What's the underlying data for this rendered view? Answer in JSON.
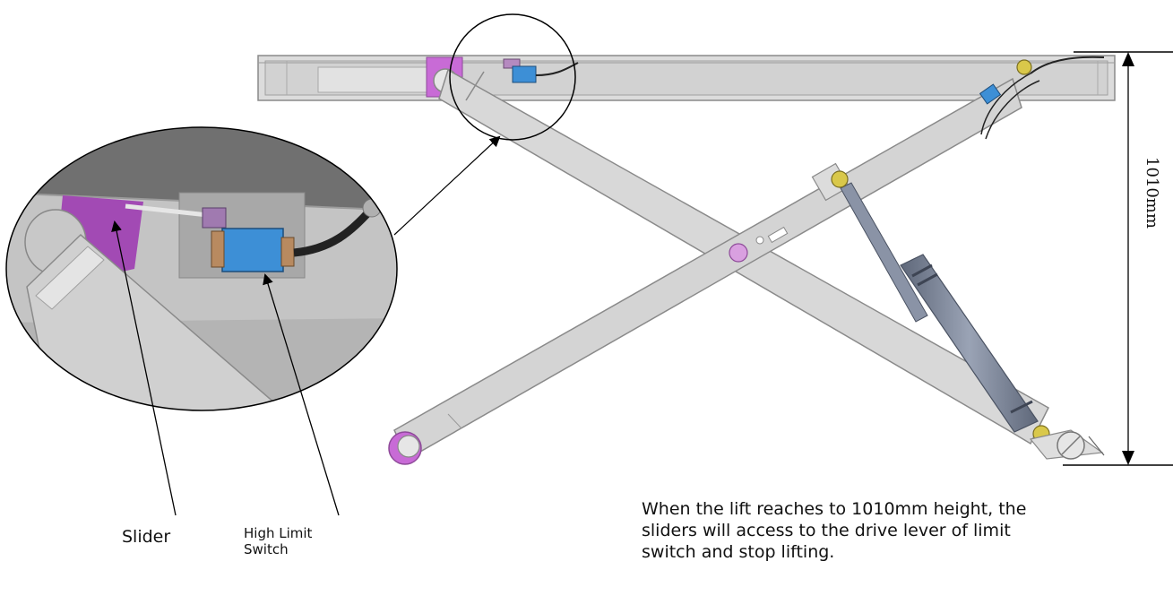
{
  "callout": {
    "slider_label": "Slider",
    "switch_label": "High Limit\nSwitch"
  },
  "dimension": {
    "label": "1010mm"
  },
  "caption": "When the lift reaches to 1010mm height, the sliders will access to the drive lever of limit switch and stop lifting.",
  "colors": {
    "frame": "#d6d6d6",
    "frame_stroke": "#8a8a8a",
    "magenta_part": "#c86bd6",
    "switch_blue": "#3d8fd6",
    "cylinder": "#7b8598",
    "roller_yellow": "#d9c84a"
  }
}
